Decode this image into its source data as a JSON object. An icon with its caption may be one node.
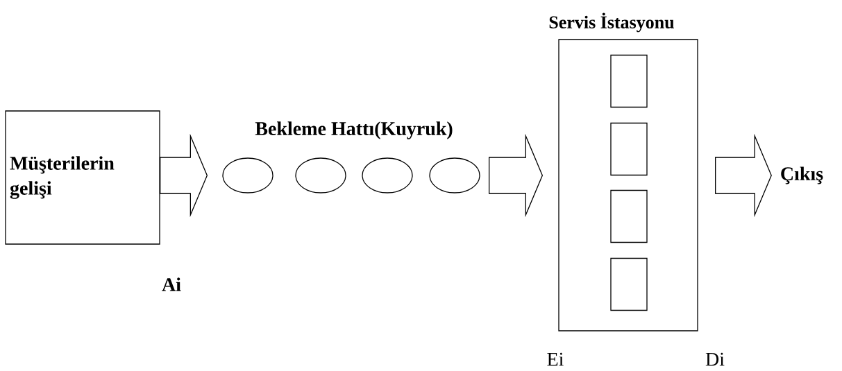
{
  "diagram": {
    "nodes": [
      {
        "text": [
          "Müşterilerin gelişi"
        ]
      },
      {
        "text": [],
        "shape": "ellipse"
      },
      {
        "text": [],
        "shape": "ellipse"
      },
      {
        "text": [],
        "shape": "ellipse"
      },
      {
        "text": [],
        "shape": "ellipse"
      },
      {
        "text": [
          "Servis İstasyonu"
        ]
      },
      {
        "text": [],
        "shape": "box",
        "in": 5
      },
      {
        "text": [],
        "shape": "box",
        "in": 5
      },
      {
        "text": [],
        "shape": "box",
        "in": 5
      },
      {
        "text": [],
        "shape": "box",
        "in": 5
      },
      {
        "text": [
          "Çıkış"
        ]
      }
    ],
    "edges": [
      {
        "from": 0,
        "to": 1,
        "arrow": "to"
      },
      {
        "from": 4,
        "to": 5,
        "arrow": "to"
      },
      {
        "from": 5,
        "to": 10,
        "arrow": "to"
      }
    ],
    "labels": [
      "Bekleme Hattı(Kuyruk)",
      "Ai",
      "Ei",
      "Di"
    ]
  }
}
